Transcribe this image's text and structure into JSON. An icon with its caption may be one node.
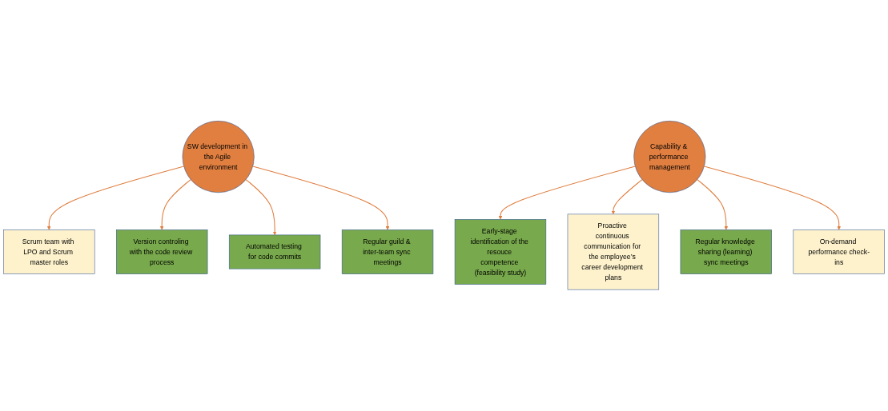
{
  "diagram": {
    "nodes": [
      {
        "text": [
          "SW development in the Agile environment"
        ]
      },
      {
        "text": [
          "Scrum team with LPO and Scrum master roles"
        ]
      },
      {
        "text": [
          "Version controling with the code review process"
        ]
      },
      {
        "text": [
          "Automated testing for code commits"
        ]
      },
      {
        "text": [
          "Regular guild & inter-team sync meetings"
        ]
      },
      {
        "text": [
          "Capability & performance management"
        ]
      },
      {
        "text": [
          "Early-stage identification of the resouce competence (feasibility study)"
        ]
      },
      {
        "text": [
          "Proactive continuous communication for the employee’s career development plans"
        ]
      },
      {
        "text": [
          "Regular knowledge sharing (learning) sync meetings"
        ]
      },
      {
        "text": [
          "On-demand performance check-ins"
        ]
      }
    ],
    "edges": [
      {
        "from": 0,
        "to": 1,
        "arrow": "to"
      },
      {
        "from": 0,
        "to": 2,
        "arrow": "to"
      },
      {
        "from": 0,
        "to": 3,
        "arrow": "to"
      },
      {
        "from": 0,
        "to": 4,
        "arrow": "to"
      },
      {
        "from": 5,
        "to": 6,
        "arrow": "to"
      },
      {
        "from": 5,
        "to": 7,
        "arrow": "to"
      },
      {
        "from": 5,
        "to": 8,
        "arrow": "to"
      },
      {
        "from": 5,
        "to": 9,
        "arrow": "to"
      }
    ]
  }
}
